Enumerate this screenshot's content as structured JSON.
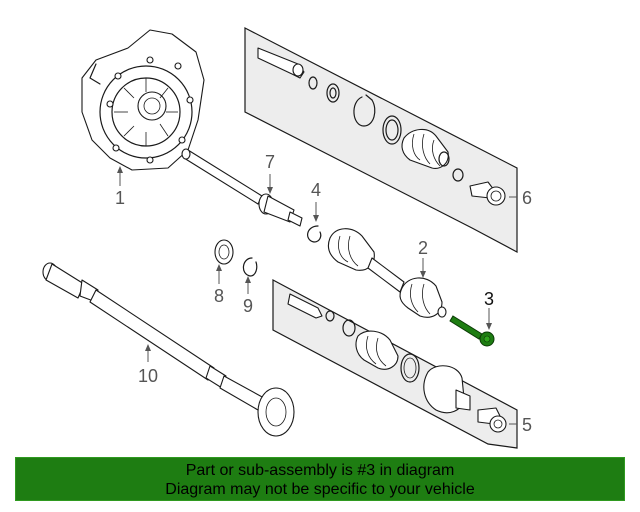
{
  "callouts": {
    "c1": "1",
    "c2": "2",
    "c3": "3",
    "c4": "4",
    "c5": "5",
    "c6": "6",
    "c7": "7",
    "c8": "8",
    "c9": "9",
    "c10": "10"
  },
  "highlight_color": "#1e7d12",
  "highlighted_part": "3",
  "banner": {
    "line1": "Part or sub-assembly is #3 in diagram",
    "line2": "Diagram may not be specific to your vehicle"
  }
}
